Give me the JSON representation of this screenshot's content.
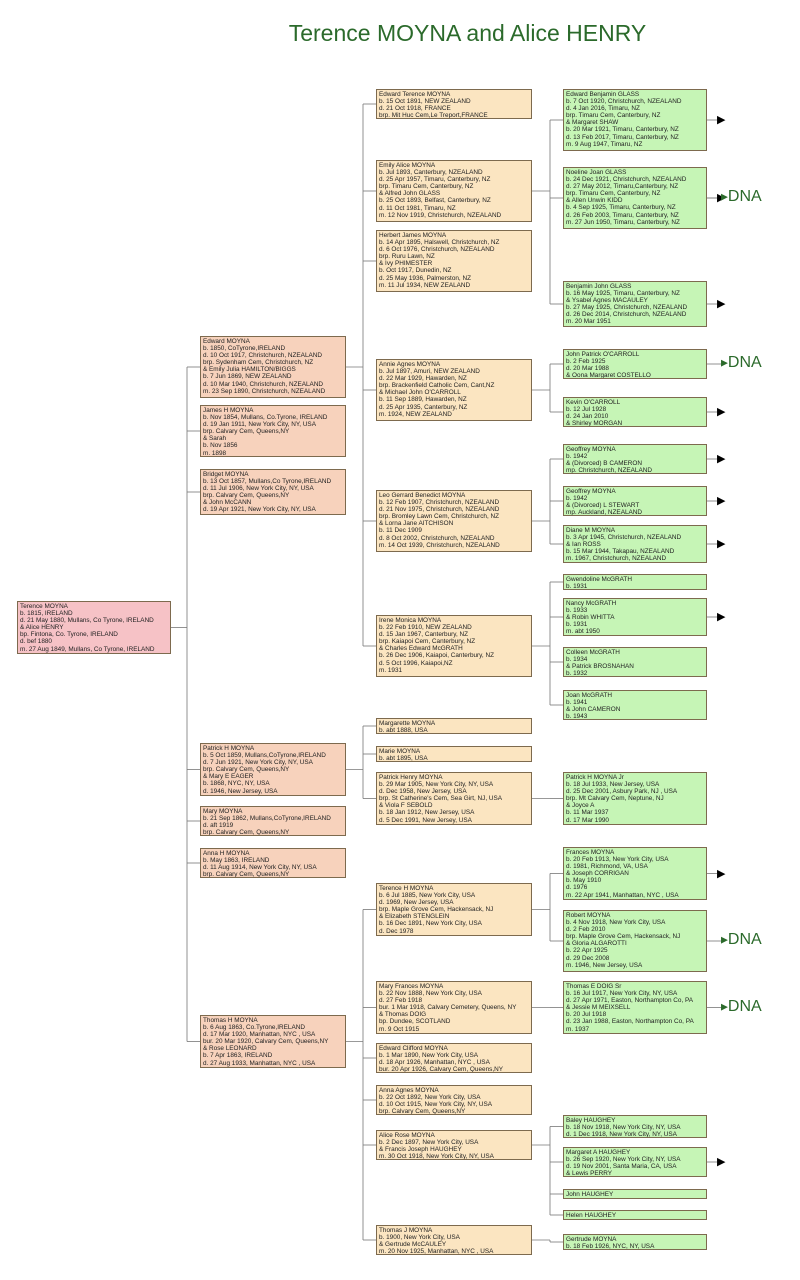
{
  "title": "Terence MOYNA and Alice HENRY",
  "people": [
    {
      "id": "root",
      "lines": [
        "Terence MOYNA",
        "b. 1815, IRELAND",
        "d. 21 May 1880, Mullans, Co Tyrone, IRELAND",
        "& Alice HENRY",
        "bp. Fintona, Co. Tyrone, IRELAND",
        "d. bef 1880",
        "m. 27 Aug 1849, Mullans, Co Tyrone, IRELAND"
      ]
    },
    {
      "id": "c_edward",
      "lines": [
        "Edward MOYNA",
        "b. 1850, CoTyrone,IRELAND",
        "d. 10 Oct 1917, Christchurch, NZEALAND",
        "brp. Sydenham Cem, Christchurch, NZ",
        "& Emily Julia HAMILTON/BIGGS",
        "b. 7 Jun 1869, NEW ZEALAND",
        "d. 10 Mar 1940, Christchurch, NZEALAND",
        "m. 23 Sep 1890, Christchurch, NZEALAND"
      ]
    },
    {
      "id": "c_james",
      "lines": [
        "James H MOYNA",
        "b. Nov 1854, Mullans, Co.Tyrone, IRELAND",
        "d. 19 Jan 1911, New York City, NY, USA",
        "brp. Calvary Cem, Queens,NY",
        "& Sarah",
        "b. Nov 1856",
        "m. 1898"
      ]
    },
    {
      "id": "c_bridget",
      "lines": [
        "Bridget MOYNA",
        "b. 13 Oct 1857, Mullans,Co Tyrone,IRELAND",
        "d. 11 Jul 1906, New York City, NY, USA",
        "brp. Calvary Cem, Queens,NY",
        "& John McCANN",
        "d. 19 Apr 1921, New York City, NY, USA"
      ]
    },
    {
      "id": "c_patrick",
      "lines": [
        "Patrick H MOYNA",
        "b. 5 Oct 1859, Mullans,CoTyrone,IRELAND",
        "d. 7 Jun 1921, New York City, NY, USA",
        "brp. Calvary Cem, Queens,NY",
        "& Mary E EAGER",
        "b. 1868, NYC, NY, USA",
        "d. 1946, New Jersey, USA"
      ]
    },
    {
      "id": "c_mary",
      "lines": [
        "Mary MOYNA",
        "b. 21 Sep 1862, Mullans,CoTyrone,IRELAND",
        "d. aft 1919",
        "brp. Calvary Cem, Queens,NY"
      ]
    },
    {
      "id": "c_anna",
      "lines": [
        "Anna H MOYNA",
        "b. May 1863, IRELAND",
        "d. 11 Aug 1914, New York City, NY, USA",
        "brp. Calvary Cem, Queens,NY"
      ]
    },
    {
      "id": "c_thomas",
      "lines": [
        "Thomas H MOYNA",
        "b. 6 Aug 1863, Co.Tyrone,IRELAND",
        "d. 17 Mar 1920, Manhattan, NYC , USA",
        "bur. 20 Mar 1920, Calvary Cem, Queens,NY",
        "& Rose LEONARD",
        "b. 7 Apr 1863, IRELAND",
        "d. 27 Aug 1933, Manhattan, NYC , USA"
      ]
    },
    {
      "id": "g_edward_t",
      "lines": [
        "Edward Terence MOYNA",
        "b. 15 Oct 1891, NEW ZEALAND",
        "d. 21 Oct 1918, FRANCE",
        "brp. Mit Huc Cem,Le Treport,FRANCE"
      ]
    },
    {
      "id": "g_emily",
      "lines": [
        "Emily Alice MOYNA",
        "b. Jul 1893, Canterbury, NZEALAND",
        "d. 25 Apr 1957, Timaru, Canterbury, NZ",
        "brp. Timaru Cem, Canterbury, NZ",
        "& Alfred John GLASS",
        "b. 25 Oct 1893, Belfast, Canterbury, NZ",
        "d. 11 Oct 1981, Timaru, NZ",
        "m. 12 Nov 1919, Christchurch, NZEALAND"
      ]
    },
    {
      "id": "g_herbert",
      "lines": [
        "Herbert James MOYNA",
        "b. 14 Apr 1895, Halswell, Christchurch, NZ",
        "d. 6 Oct 1976, Christchurch, NZEALAND",
        "brp. Ruru Lawn, NZ",
        "& Ivy PHIMESTER",
        "b. Oct 1917, Dunedin, NZ",
        "d. 25 May 1936, Palmerston, NZ",
        "m. 11 Jul 1934, NEW ZEALAND"
      ]
    },
    {
      "id": "g_annie",
      "lines": [
        "Annie Agnes MOYNA",
        "b. Jul 1897, Amuri, NEW ZEALAND",
        "d. 22 Mar 1929, Hawarden, NZ",
        "brp. Brackenfield Catholic Cem, Cant,NZ",
        "& Michael John O'CARROLL",
        "b. 11 Sep 1889, Hawarden, NZ",
        "d. 25 Apr 1935, Canterbury, NZ",
        "m. 1924, NEW ZEALAND"
      ]
    },
    {
      "id": "g_leo",
      "lines": [
        "Leo Gerrard Benedict MOYNA",
        "b. 12 Feb 1907, Christchurch, NZEALAND",
        "d. 21 Nov 1975, Christchurch, NZEALAND",
        "brp. Bromley Lawn Cem, Christchurch, NZ",
        "& Lorna Jane AITCHISON",
        "b. 11 Dec 1909",
        "d. 8 Oct 2002, Christchurch, NZEALAND",
        "m. 14 Oct 1939, Christchurch, NZEALAND"
      ]
    },
    {
      "id": "g_irene",
      "lines": [
        "Irene Monica MOYNA",
        "b. 22 Feb 1910, NEW ZEALAND",
        "d. 15 Jan 1967, Canterbury, NZ",
        "brp. Kaiapoi Cem, Canterbury, NZ",
        "& Charles Edward McGRATH",
        "b. 26 Dec 1906, Kaiapoi, Canterbury, NZ",
        "d. 5 Oct 1996, Kaiapoi,NZ",
        "m. 1931"
      ]
    },
    {
      "id": "g_margarette",
      "lines": [
        "Margarette MOYNA",
        "b. abt 1888, USA"
      ]
    },
    {
      "id": "g_marie",
      "lines": [
        "Marie MOYNA",
        "b. abt 1895, USA"
      ]
    },
    {
      "id": "g_patrick_henry",
      "lines": [
        "Patrick Henry MOYNA",
        "b. 29 Mar 1905, New York City, NY, USA",
        "d. Dec 1958, New Jersey, USA",
        "brp. St Catherine's Cem, Sea Girt, NJ, USA",
        "& Viola F SEBOLD",
        "b. 18 Jan 1912, New Jersey, USA",
        "d. 5 Dec 1991, New Jersey, USA"
      ]
    },
    {
      "id": "g_terence",
      "lines": [
        "Terence H MOYNA",
        "b. 6 Jul 1885, New York City, USA",
        "d. 1969, New Jersey, USA",
        "brp. Maple Grove Cem, Hackensack, NJ",
        "& Elizabeth STENGLEIN",
        "b. 16 Dec 1891, New York City, USA",
        "d. Dec 1978"
      ]
    },
    {
      "id": "g_mary_frances",
      "lines": [
        "Mary Frances MOYNA",
        "b. 22 Nov 1888, New York City, USA",
        "d. 27 Feb 1918",
        "bur. 1 Mar 1918, Calvary Cemetery, Queens, NY",
        "& Thomas DOIG",
        "bp. Dundee, SCOTLAND",
        "m. 9 Oct 1915"
      ]
    },
    {
      "id": "g_edward_clifford",
      "lines": [
        "Edward Clifford MOYNA",
        "b. 1 Mar 1890, New York City, USA",
        "d. 18 Apr 1926, Manhattan, NYC , USA",
        "bur. 20 Apr 1926, Calvary Cem, Queens,NY"
      ]
    },
    {
      "id": "g_anna_agnes",
      "lines": [
        "Anna Agnes MOYNA",
        "b. 22 Oct 1892, New York City, USA",
        "d. 10 Oct 1915, New York City, NY, USA",
        "brp. Calvary Cem, Queens,NY"
      ]
    },
    {
      "id": "g_alice_rose",
      "lines": [
        "Alice Rose MOYNA",
        "b. 2 Dec 1897, New York City, USA",
        "& Francis Joseph HAUGHEY",
        "m. 30 Oct 1918, New York City, NY, USA"
      ]
    },
    {
      "id": "g_thomas_j",
      "lines": [
        "Thomas J MOYNA",
        "b. 1900, New York City, USA",
        "& Gertrude McCAULEY",
        "m. 20 Nov 1925, Manhattan, NYC , USA"
      ]
    },
    {
      "id": "gg_edward_b",
      "lines": [
        "Edward Benjamin GLASS",
        "b. 7 Oct 1920, Christchurch, NZEALAND",
        "d. 4 Jan 2016, Timaru, NZ",
        "brp. Timaru Cem, Canterbury, NZ",
        "& Margaret SHAW",
        "b. 20 Mar 1921, Timaru, Canterbury, NZ",
        "d. 13 Feb 2017, Timaru, Canterbury, NZ",
        "m. 9 Aug 1947, Timaru, NZ"
      ]
    },
    {
      "id": "gg_noeline",
      "lines": [
        "Noeline Joan GLASS",
        "b. 24 Dec 1921, Christchurch, NZEALAND",
        "d. 27 May 2012, Timaru,Canterbury, NZ",
        "brp. Timaru Cem, Canterbury, NZ",
        "& Allen Unwin KIDD",
        "b. 4 Sep 1925, Timaru, Canterbury, NZ",
        "d. 26 Feb 2003, Timaru, Canterbury, NZ",
        "m. 27 Jun 1950, Timaru, Canterbury, NZ"
      ]
    },
    {
      "id": "gg_benjamin",
      "lines": [
        "Benjamin John GLASS",
        "b. 16 May 1925, Timaru, Canterbury, NZ",
        "& Ysabel Agnes MACAULEY",
        "b. 27 May 1925, Christchurch, NZEALAND",
        "d. 26 Dec 2014, Christchurch, NZEALAND",
        "m. 20 Mar 1951"
      ]
    },
    {
      "id": "gg_john_patrick",
      "lines": [
        "John Patrick O'CARROLL",
        "b. 2 Feb 1925",
        "d. 20 Mar 1988",
        "& Oona Margaret COSTELLO"
      ]
    },
    {
      "id": "gg_kevin",
      "lines": [
        "Kevin O'CARROLL",
        "b. 12 Jul 1928",
        "d. 24 Jan 2010",
        "& Shirley MORGAN"
      ]
    },
    {
      "id": "gg_geoffrey1",
      "lines": [
        "Geoffrey MOYNA",
        "b. 1942",
        "& (Divorced) B CAMERON",
        "mp. Christchurch, NZEALAND"
      ]
    },
    {
      "id": "gg_geoffrey2",
      "lines": [
        "Geoffrey MOYNA",
        "b. 1942",
        "& (Divorced) L STEWART",
        "mp. Auckland, NZEALAND"
      ]
    },
    {
      "id": "gg_diane",
      "lines": [
        "Diane M MOYNA",
        "b. 3 Apr 1945, Christchurch, NZEALAND",
        "& Ian ROSS",
        "b. 15 Mar 1944, Takapau, NZEALAND",
        "m. 1967, Christchurch, NZEALAND"
      ]
    },
    {
      "id": "gg_gwendoline",
      "lines": [
        "Gwendoline McGRATH",
        "b. 1931"
      ]
    },
    {
      "id": "gg_nancy",
      "lines": [
        "Nancy McGRATH",
        "b. 1933",
        "& Robin WHITTA",
        "b. 1931",
        "m. abt 1950"
      ]
    },
    {
      "id": "gg_colleen",
      "lines": [
        "Colleen McGRATH",
        "b. 1934",
        "& Patrick BROSNAHAN",
        "b. 1932"
      ]
    },
    {
      "id": "gg_joan",
      "lines": [
        "Joan McGRATH",
        "b. 1941",
        "& John CAMERON",
        "b. 1943"
      ]
    },
    {
      "id": "gg_patrick_h_jr",
      "lines": [
        "Patrick H MOYNA Jr",
        "b. 18 Jul 1933, New Jersey, USA",
        "d. 25 Dec 2001, Asbury Park, NJ , USA",
        "brp. Mt Calvary Cem, Neptune, NJ",
        "& Joyce A",
        "b. 11 Mar 1937",
        "d. 17 Mar 1990"
      ]
    },
    {
      "id": "gg_frances",
      "lines": [
        "Frances MOYNA",
        "b. 20 Feb 1913, New York City, USA",
        "d. 1981, Richmond, VA, USA",
        "& Joseph CORRIGAN",
        "b. May 1910",
        "d. 1976",
        "m. 22 Apr 1941, Manhattan, NYC , USA"
      ]
    },
    {
      "id": "gg_robert",
      "lines": [
        "Robert MOYNA",
        "b. 4 Nov 1918, New York City, USA",
        "d. 2 Feb 2010",
        "brp. Maple Grove Cem, Hackensack, NJ",
        "& Gloria ALGAROTTI",
        "b. 22 Apr 1925",
        "d. 29 Dec 2008",
        "m. 1946, New Jersey, USA"
      ]
    },
    {
      "id": "gg_thomas_e",
      "lines": [
        "Thomas E DOIG Sr",
        "b. 16 Jul 1917, New York City, NY, USA",
        "d. 27 Apr 1971, Easton, Northampton Co, PA",
        "& Jessie M MEIXSELL",
        "b. 20 Jul 1918",
        "d. 23 Jan 1988, Easton, Northampton Co, PA",
        "m. 1937"
      ]
    },
    {
      "id": "gg_baley",
      "lines": [
        "Baley HAUGHEY",
        "b. 18 Nov 1918, New York City, NY, USA",
        "d. 1 Dec 1918, New York City, NY, USA"
      ]
    },
    {
      "id": "gg_margaret_a",
      "lines": [
        "Margaret A HAUGHEY",
        "b. 26 Sep 1920, New York City, NY, USA",
        "d. 19 Nov 2001, Santa Maria, CA, USA",
        "& Lewis PERRY"
      ]
    },
    {
      "id": "gg_john_h",
      "lines": [
        "John HAUGHEY"
      ]
    },
    {
      "id": "gg_helen",
      "lines": [
        "Helen HAUGHEY"
      ]
    },
    {
      "id": "gg_gertrude",
      "lines": [
        "Gertrude MOYNA",
        "b. 18 Feb 1926, NYC, NY, USA"
      ]
    }
  ],
  "dna_label": "DNA",
  "more_marker": "▶",
  "colors": {
    "gen0": "#f6c2c6",
    "gen1": "#f7d2bc",
    "gen2": "#fbe5c1",
    "gen3": "#c6f5b6",
    "title": "#2b6a2b"
  }
}
